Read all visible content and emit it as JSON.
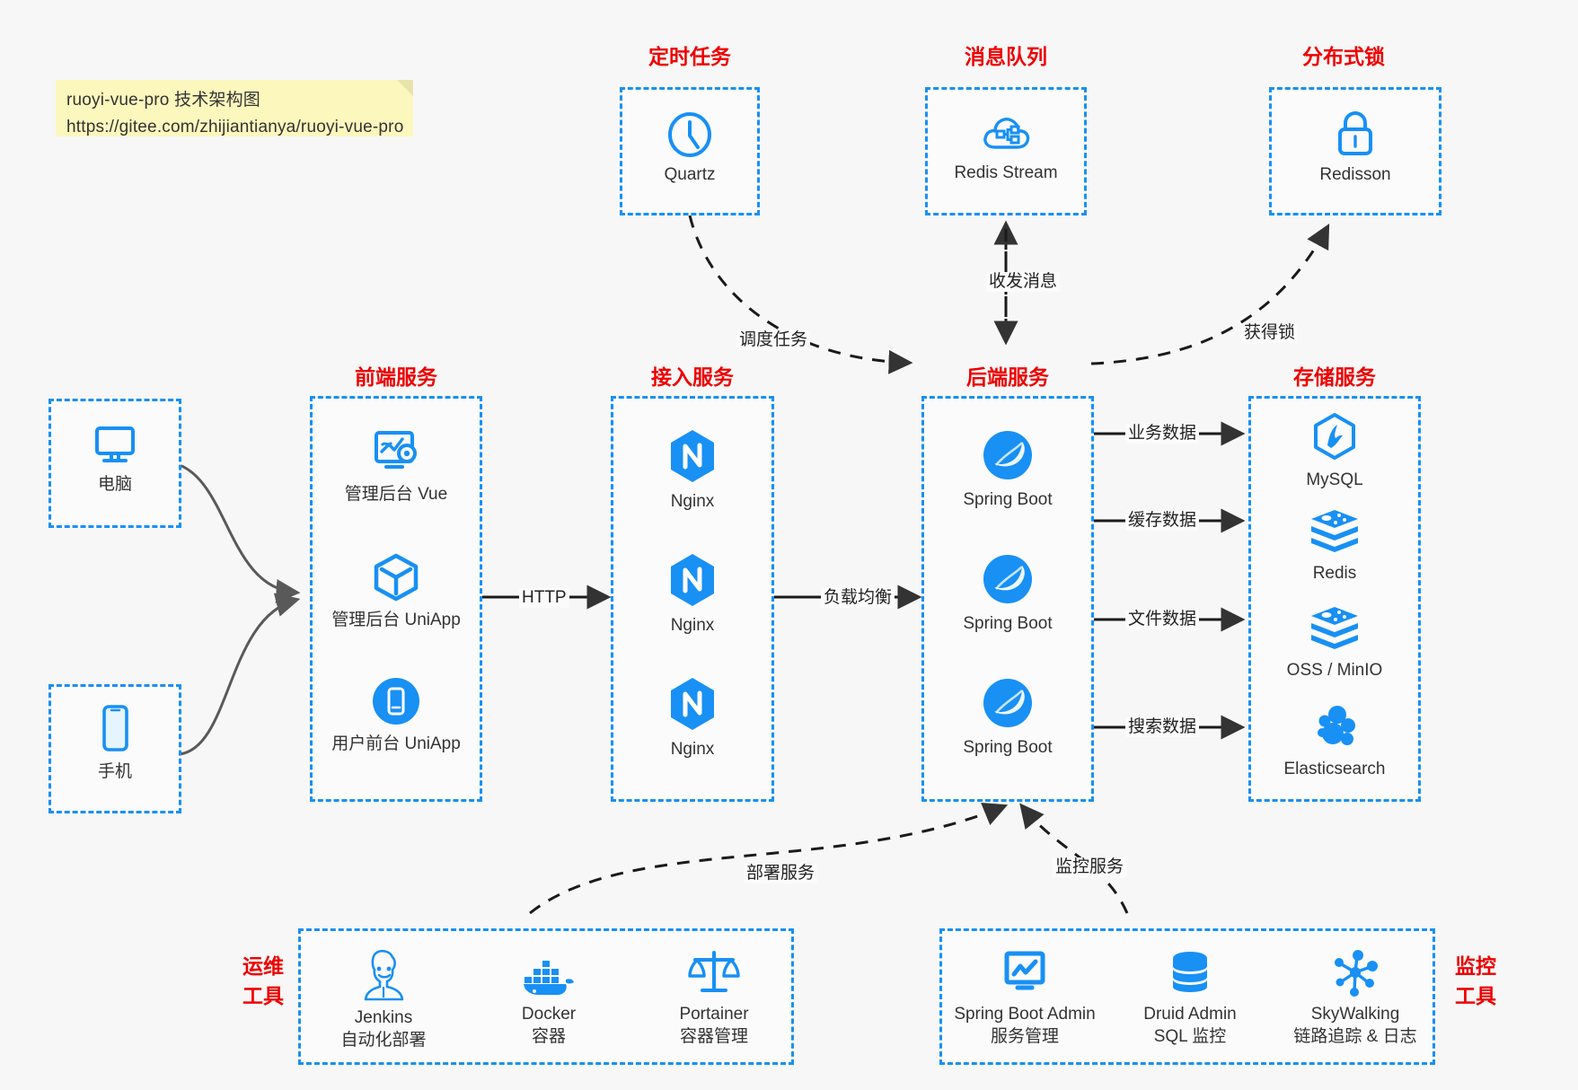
{
  "note": {
    "line1": "ruoyi-vue-pro 技术架构图",
    "line2": "https://gitee.com/zhijiantianya/ruoyi-vue-pro"
  },
  "groups": {
    "scheduler": {
      "title": "定时任务"
    },
    "mq": {
      "title": "消息队列"
    },
    "lock": {
      "title": "分布式锁"
    },
    "frontend": {
      "title": "前端服务"
    },
    "gateway": {
      "title": "接入服务"
    },
    "backend": {
      "title": "后端服务"
    },
    "storage": {
      "title": "存储服务"
    },
    "devops": {
      "title_line1": "运维",
      "title_line2": "工具"
    },
    "monitor": {
      "title_line1": "监控",
      "title_line2": "工具"
    }
  },
  "clients": [
    {
      "label": "电脑",
      "icon": "desktop-computer-icon"
    },
    {
      "label": "手机",
      "icon": "mobile-phone-icon"
    }
  ],
  "scheduler_nodes": [
    {
      "label": "Quartz",
      "icon": "clock-icon"
    }
  ],
  "mq_nodes": [
    {
      "label": "Redis Stream",
      "icon": "cloud-stream-icon"
    }
  ],
  "lock_nodes": [
    {
      "label": "Redisson",
      "icon": "padlock-icon"
    }
  ],
  "frontend_nodes": [
    {
      "label": "管理后台 Vue",
      "icon": "dashboard-monitor-icon"
    },
    {
      "label": "管理后台 UniApp",
      "icon": "cube-icon"
    },
    {
      "label": "用户前台 UniApp",
      "icon": "mobile-app-icon"
    }
  ],
  "gateway_nodes": [
    {
      "label": "Nginx",
      "icon": "nginx-icon"
    },
    {
      "label": "Nginx",
      "icon": "nginx-icon"
    },
    {
      "label": "Nginx",
      "icon": "nginx-icon"
    }
  ],
  "backend_nodes": [
    {
      "label": "Spring Boot",
      "icon": "spring-boot-icon"
    },
    {
      "label": "Spring Boot",
      "icon": "spring-boot-icon"
    },
    {
      "label": "Spring Boot",
      "icon": "spring-boot-icon"
    }
  ],
  "storage_nodes": [
    {
      "label": "MySQL",
      "icon": "mysql-icon"
    },
    {
      "label": "Redis",
      "icon": "redis-icon"
    },
    {
      "label": "OSS / MinIO",
      "icon": "redis-icon"
    },
    {
      "label": "Elasticsearch",
      "icon": "elasticsearch-icon"
    }
  ],
  "devops_nodes": [
    {
      "label": "Jenkins",
      "sub": "自动化部署",
      "icon": "jenkins-butler-icon"
    },
    {
      "label": "Docker",
      "sub": "容器",
      "icon": "docker-whale-icon"
    },
    {
      "label": "Portainer",
      "sub": "容器管理",
      "icon": "scales-balance-icon"
    }
  ],
  "monitor_nodes": [
    {
      "label": "Spring Boot Admin",
      "sub": "服务管理",
      "icon": "monitor-chart-icon"
    },
    {
      "label": "Druid Admin",
      "sub": "SQL 监控",
      "icon": "database-stack-icon"
    },
    {
      "label": "SkyWalking",
      "sub": "链路追踪 & 日志",
      "icon": "skywalking-node-icon"
    }
  ],
  "edges": [
    {
      "id": "http",
      "label": "HTTP"
    },
    {
      "id": "lb",
      "label": "负载均衡"
    },
    {
      "id": "schedule",
      "label": "调度任务"
    },
    {
      "id": "mq",
      "label": "收发消息"
    },
    {
      "id": "lock",
      "label": "获得锁"
    },
    {
      "id": "biz",
      "label": "业务数据"
    },
    {
      "id": "cache",
      "label": "缓存数据"
    },
    {
      "id": "file",
      "label": "文件数据"
    },
    {
      "id": "search",
      "label": "搜索数据"
    },
    {
      "id": "deploy",
      "label": "部署服务"
    },
    {
      "id": "monitor",
      "label": "监控服务"
    }
  ],
  "colors": {
    "accent": "#1890f4",
    "title": "#ee0000",
    "text": "#333333",
    "background": "#f7f7f7",
    "note": "#fcf7bd"
  }
}
